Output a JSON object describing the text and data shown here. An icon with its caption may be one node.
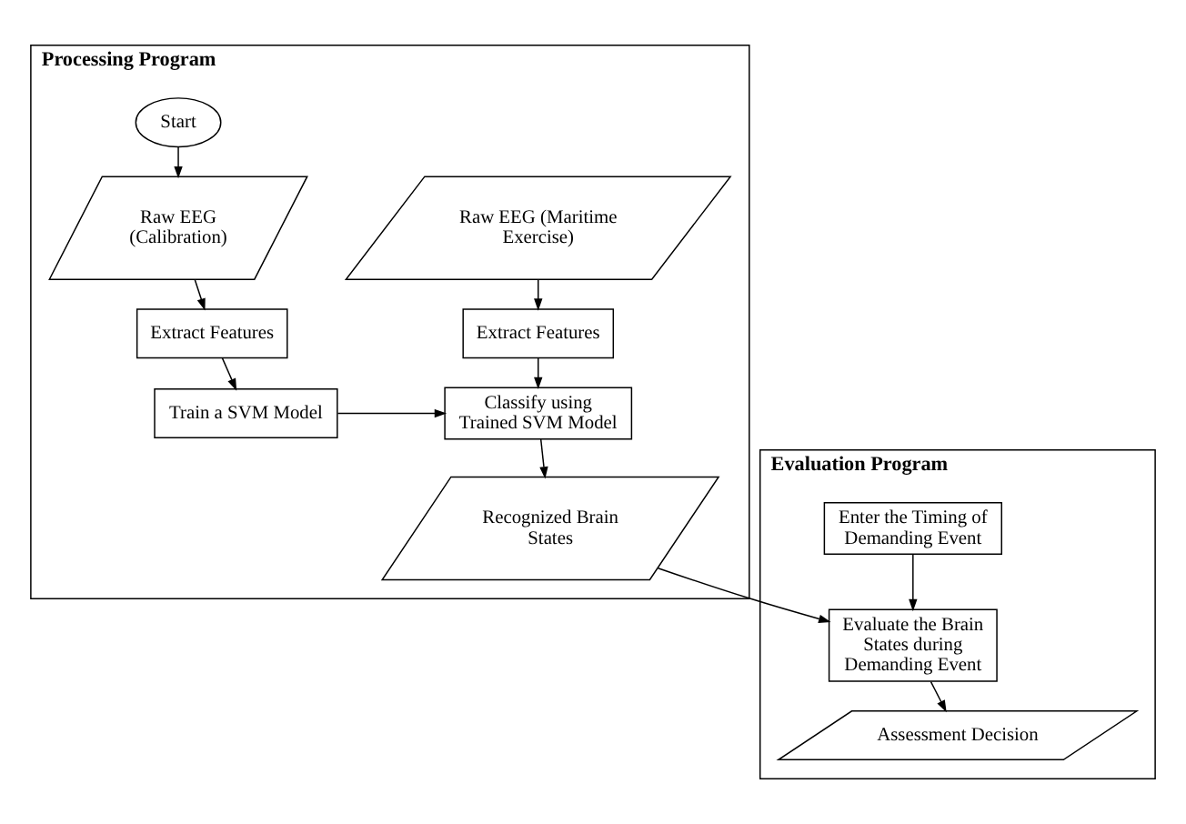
{
  "diagram": {
    "nodes": [
      {
        "text": [
          "Processing Program"
        ]
      },
      {
        "text": [
          "Start"
        ],
        "in": 0
      },
      {
        "text": [
          "Raw EEG (Calibration)"
        ],
        "in": 0
      },
      {
        "text": [
          "Extract Features"
        ],
        "in": 0
      },
      {
        "text": [
          "Train a SVM Model"
        ],
        "in": 0
      },
      {
        "text": [
          "Raw EEG (Maritime Exercise)"
        ],
        "in": 0
      },
      {
        "text": [
          "Extract Features"
        ],
        "in": 0
      },
      {
        "text": [
          "Classify using Trained SVM Model"
        ],
        "in": 0
      },
      {
        "text": [
          "Recognized Brain States"
        ],
        "in": 0
      },
      {
        "text": [
          "Evaluation Program"
        ]
      },
      {
        "text": [
          "Enter the Timing of Demanding Event"
        ],
        "in": 9
      },
      {
        "text": [
          "Evaluate the Brain States during Demanding Event"
        ],
        "in": 9
      },
      {
        "text": [
          "Assessment Decision"
        ],
        "in": 9
      }
    ],
    "edges": [
      {
        "from": 1,
        "to": 2,
        "arrow": "to"
      },
      {
        "from": 2,
        "to": 3,
        "arrow": "to"
      },
      {
        "from": 3,
        "to": 4,
        "arrow": "to"
      },
      {
        "from": 4,
        "to": 7,
        "arrow": "to"
      },
      {
        "from": 5,
        "to": 6,
        "arrow": "to"
      },
      {
        "from": 6,
        "to": 7,
        "arrow": "to"
      },
      {
        "from": 7,
        "to": 8,
        "arrow": "to"
      },
      {
        "from": 8,
        "to": 11,
        "arrow": "to"
      },
      {
        "from": 10,
        "to": 11,
        "arrow": "to"
      },
      {
        "from": 11,
        "to": 12,
        "arrow": "to"
      }
    ]
  }
}
